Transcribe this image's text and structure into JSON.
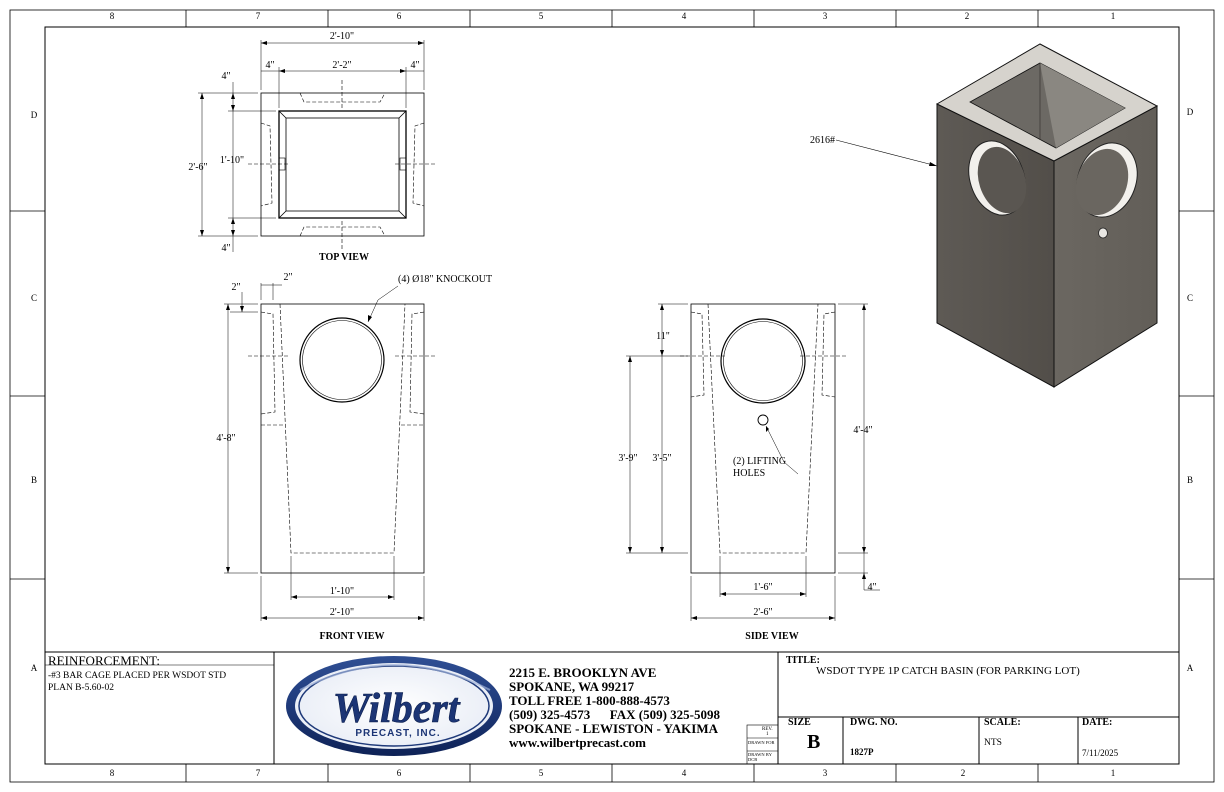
{
  "zones": {
    "columns": [
      "8",
      "7",
      "6",
      "5",
      "4",
      "3",
      "2",
      "1"
    ],
    "rows": [
      "D",
      "C",
      "B",
      "A"
    ]
  },
  "views": {
    "top": {
      "label": "TOP VIEW",
      "dims": {
        "overall_width": "2'-10\"",
        "inner_width": "2'-2\"",
        "wall_left": "4\"",
        "wall_right": "4\"",
        "wall_top": "4\"",
        "wall_bottom": "4\"",
        "overall_depth": "2'-6\"",
        "inner_depth": "1'-10\""
      }
    },
    "front": {
      "label": "FRONT VIEW",
      "knockout_note": "(4) Ø18\" KNOCKOUT",
      "dims": {
        "top_offset_h": "2\"",
        "top_offset_v": "2\"",
        "height": "4'-8\"",
        "bottom_inner": "1'-10\"",
        "width": "2'-10\""
      }
    },
    "side": {
      "label": "SIDE VIEW",
      "lifting_note_line1": "(2) LIFTING",
      "lifting_note_line2": "HOLES",
      "dims": {
        "knockout_top": "11\"",
        "height_a": "3'-9\"",
        "height_b": "3'-5\"",
        "overall_height": "4'-4\"",
        "base": "4\"",
        "bottom_inner": "1'-6\"",
        "width": "2'-6\""
      }
    },
    "iso": {
      "weight": "2616#"
    }
  },
  "title_block": {
    "reinforcement_heading": "REINFORCEMENT:",
    "reinforcement_line1": "-#3 BAR CAGE PLACED PER WSDOT STD",
    "reinforcement_line2": "PLAN B-5.60-02",
    "logo_name": "Wilbert",
    "logo_sub": "PRECAST, INC.",
    "address_line1": "2215 E. BROOKLYN AVE",
    "address_line2": "SPOKANE, WA 99217",
    "address_line3": "TOLL FREE 1-800-888-4573",
    "address_line4": "(509) 325-4573      FAX (509) 325-5098",
    "address_line5": "SPOKANE - LEWISTON - YAKIMA",
    "website": "www.wilbertprecast.com",
    "rev_label": "REV.",
    "rev_value": "1",
    "drawn_for_label": "DRAWN FOR",
    "drawn_by_label": "DRAWN BY",
    "drawn_by_value": "DCB",
    "title_label": "TITLE:",
    "title_value": "WSDOT TYPE 1P CATCH BASIN (FOR PARKING LOT)",
    "size_label": "SIZE",
    "size_value": "B",
    "dwg_label": "DWG.  NO.",
    "dwg_value": "1827P",
    "scale_label": "SCALE:",
    "scale_value": "NTS",
    "date_label": "DATE:",
    "date_value": "7/11/2025"
  }
}
